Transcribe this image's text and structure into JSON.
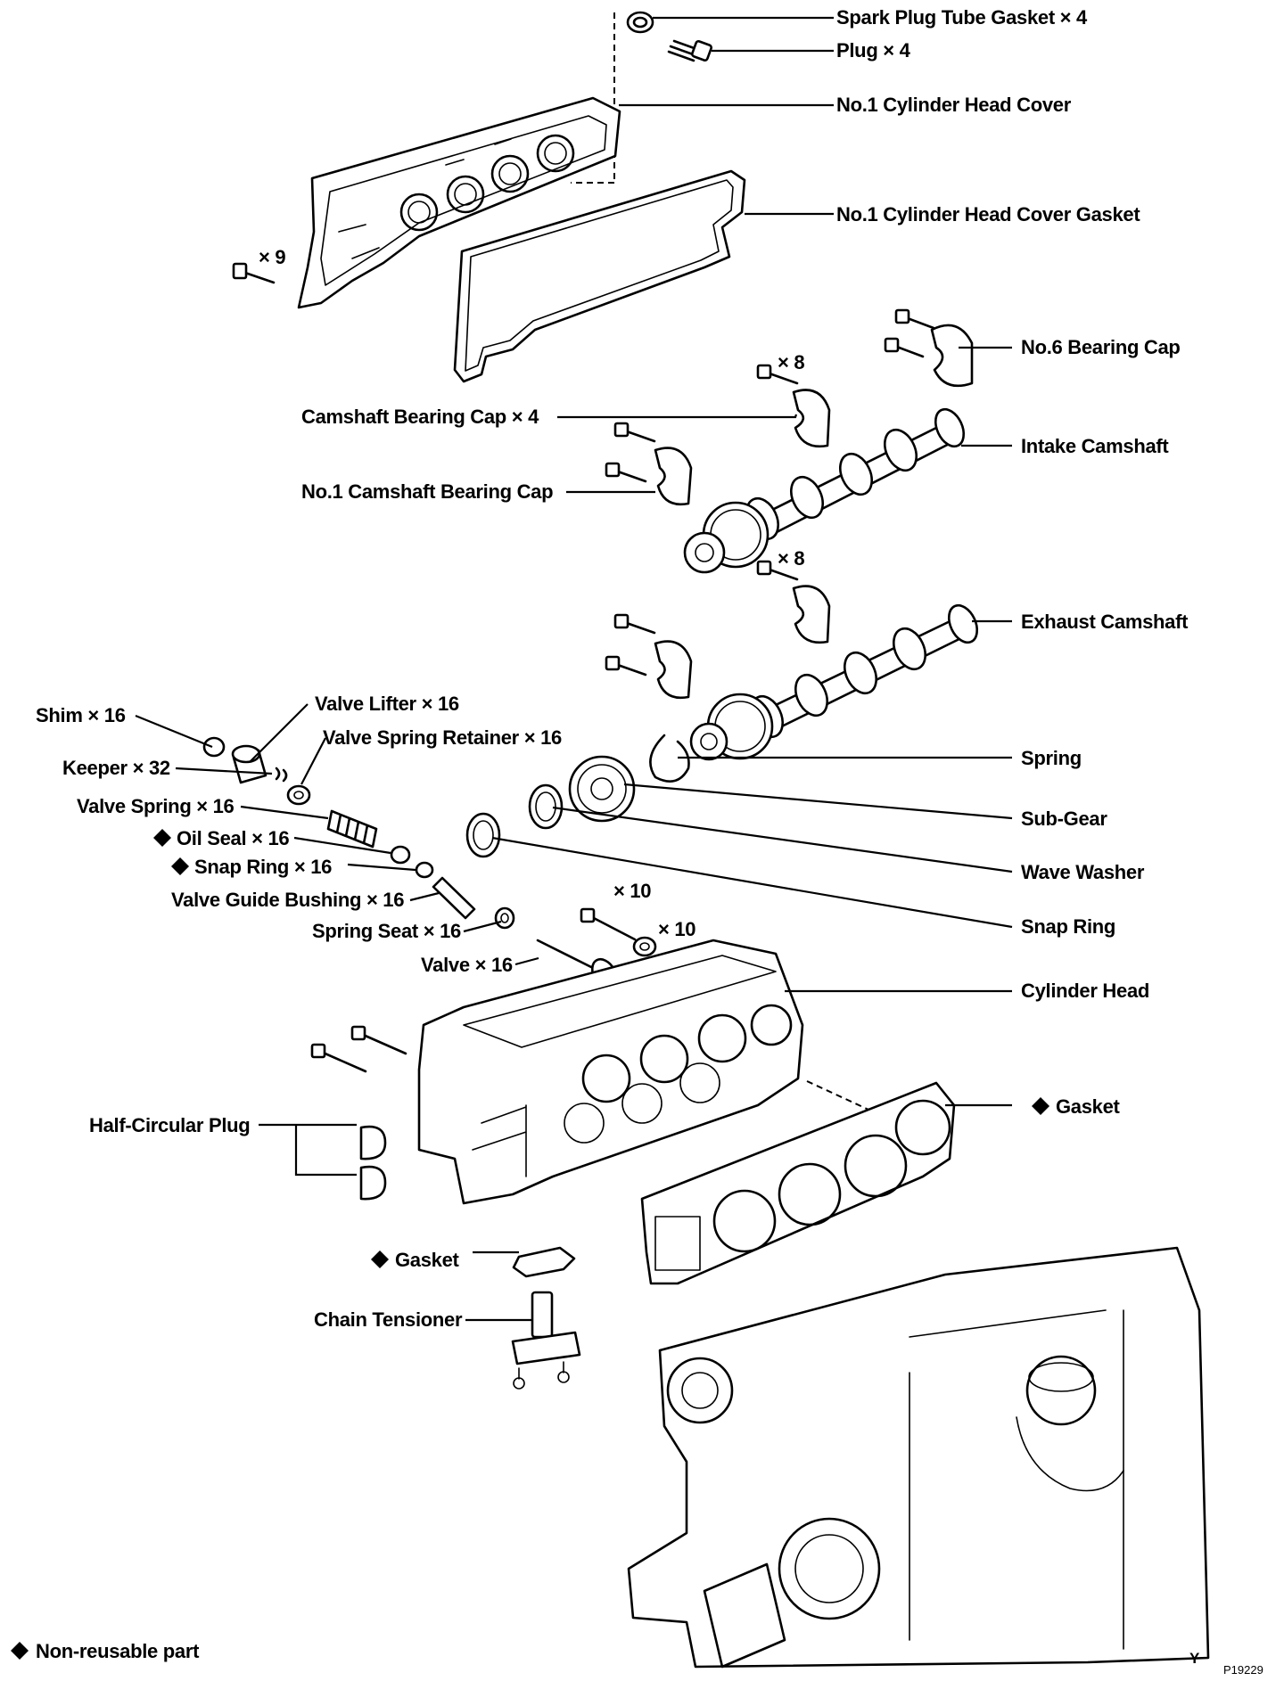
{
  "labels": {
    "spark_plug_tube_gasket": "Spark Plug Tube Gasket × 4",
    "plug": "Plug × 4",
    "cylinder_head_cover": "No.1 Cylinder Head Cover",
    "cylinder_head_cover_gasket": "No.1 Cylinder Head Cover Gasket",
    "cover_bolts": "× 9",
    "no6_bearing_cap": "No.6 Bearing Cap",
    "bolts_8_a": "× 8",
    "camshaft_bearing_cap": "Camshaft Bearing Cap × 4",
    "intake_camshaft": "Intake Camshaft",
    "no1_camshaft_bearing_cap": "No.1 Camshaft Bearing Cap",
    "bolts_8_b": "× 8",
    "exhaust_camshaft": "Exhaust Camshaft",
    "valve_lifter": "Valve Lifter × 16",
    "shim": "Shim × 16",
    "valve_spring_retainer": "Valve Spring Retainer × 16",
    "spring": "Spring",
    "keeper": "Keeper × 32",
    "sub_gear": "Sub-Gear",
    "valve_spring": "Valve Spring × 16",
    "oil_seal": "Oil Seal × 16",
    "snap_ring_16": "Snap Ring × 16",
    "wave_washer": "Wave Washer",
    "valve_guide_bushing": "Valve Guide Bushing × 16",
    "head_bolts_10": "× 10",
    "snap_ring": "Snap Ring",
    "spring_seat": "Spring Seat × 16",
    "washers_10": "× 10",
    "valve": "Valve × 16",
    "cylinder_head": "Cylinder Head",
    "half_circular_plug": "Half-Circular Plug",
    "head_gasket": "Gasket",
    "tensioner_gasket": "Gasket",
    "chain_tensioner": "Chain Tensioner",
    "legend_non_reusable": "Non-reusable part",
    "corner_mark": "Y",
    "figure_code": "P19229"
  }
}
